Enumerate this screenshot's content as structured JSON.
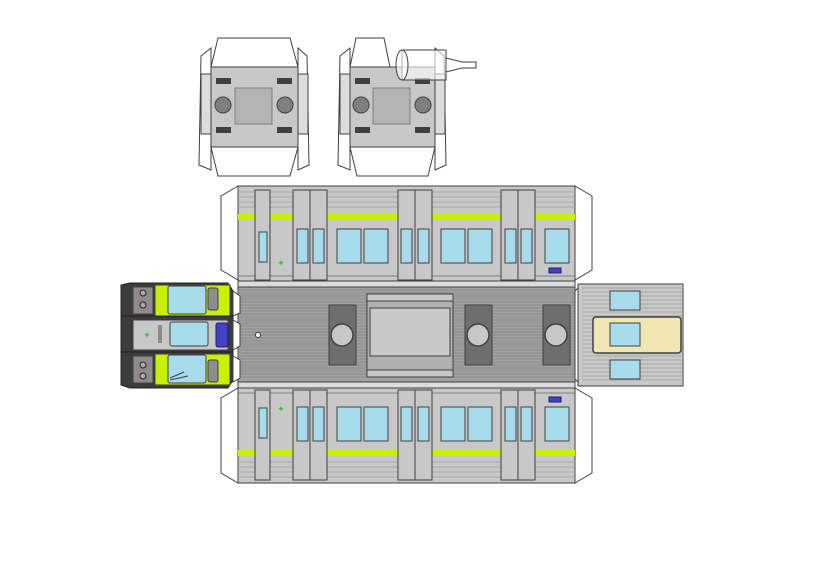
{
  "page": {
    "background": "#ffffff"
  },
  "model": {
    "subject": "papercraft-train-car",
    "colors": {
      "body_gray": "#c8c8c8",
      "light_gray": "#dcdcdc",
      "dark_gray": "#8c8c8c",
      "roof_gray": "#9a9a9a",
      "stripe_green": "#c8f000",
      "window_blue": "#a8dcec",
      "outline": "#404040",
      "front_black": "#3c3c3c",
      "cab_cream": "#f0e6b4",
      "marker_blue": "#4040c8",
      "accent_green": "#40c040"
    },
    "parts": [
      {
        "name": "bogie-left",
        "icon": "bogie-icon"
      },
      {
        "name": "bogie-right",
        "icon": "bogie-icon"
      },
      {
        "name": "side-panel-top",
        "icon": "side-panel-icon"
      },
      {
        "name": "roof-panel",
        "icon": "roof-icon"
      },
      {
        "name": "side-panel-bottom",
        "icon": "side-panel-icon"
      },
      {
        "name": "front-cab",
        "icon": "cab-front-icon"
      },
      {
        "name": "rear-end",
        "icon": "rear-end-icon"
      }
    ]
  }
}
